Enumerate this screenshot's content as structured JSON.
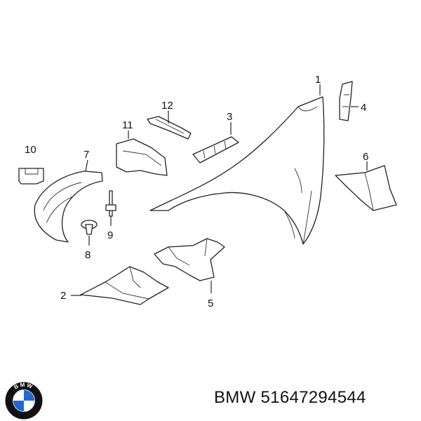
{
  "diagram": {
    "callouts": {
      "c1": "1",
      "c2": "2",
      "c3": "3",
      "c4": "4",
      "c5": "5",
      "c6": "6",
      "c7": "7",
      "c8": "8",
      "c9": "9",
      "c10": "10",
      "c11": "11",
      "c12": "12"
    }
  },
  "footer": {
    "brand": "BMW",
    "part_number": "51647294544",
    "text": "BMW 51647294544"
  },
  "logo": {
    "letters": "BMW",
    "colors": {
      "blue": "#1c69d4",
      "white": "#ffffff",
      "ring": "#111111"
    }
  }
}
